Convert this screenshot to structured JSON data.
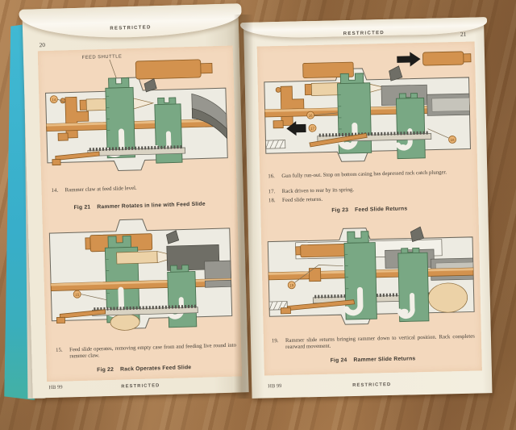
{
  "booklet": {
    "left_page": {
      "page_number": "20",
      "header": "RESTRICTED",
      "footer_ref": "HB 99",
      "footer_center": "RESTRICTED",
      "fig21": {
        "shuttle_label": "FEED SHUTTLE",
        "marker": "14",
        "caption_num": "14.",
        "caption": "Rammer claw at feed slide level.",
        "fig_label": "Fig 21",
        "fig_title": "Rammer Rotates in line with Feed Slide"
      },
      "fig22": {
        "marker": "15",
        "caption_num": "15.",
        "caption": "Feed slide operates, removing empty case from and feeding live round into rammer claw.",
        "fig_label": "Fig 22",
        "fig_title": "Rack Operates Feed Slide"
      }
    },
    "right_page": {
      "page_number": "21",
      "header": "RESTRICTED",
      "footer_ref": "HB 99",
      "footer_center": "RESTRICTED",
      "fig23": {
        "markers": {
          "m16": "16",
          "m17": "17",
          "m18": "18"
        },
        "items": [
          {
            "num": "16.",
            "text": "Gun fully run-out.  Stop on bottom casing has depressed rack catch plunger."
          },
          {
            "num": "17.",
            "text": "Rack driven to rear by its spring."
          },
          {
            "num": "18.",
            "text": "Feed slide returns."
          }
        ],
        "fig_label": "Fig 23",
        "fig_title": "Feed Slide Returns"
      },
      "fig24": {
        "marker": "19",
        "items": [
          {
            "num": "19.",
            "text": "Rammer slide returns bringing rammer down to vertical position.  Rack completes rearward movement."
          }
        ],
        "fig_label": "Fig 24",
        "fig_title": "Rammer Slide Returns"
      }
    },
    "colors": {
      "cover_cyan": "#3cb5d0",
      "page_cream": "#efe8d6",
      "panel_peach": "#f3d8bd",
      "part_orange": "#d3924e",
      "part_green": "#79a884",
      "part_gray": "#97968f",
      "wood": "#a87b4c"
    }
  }
}
